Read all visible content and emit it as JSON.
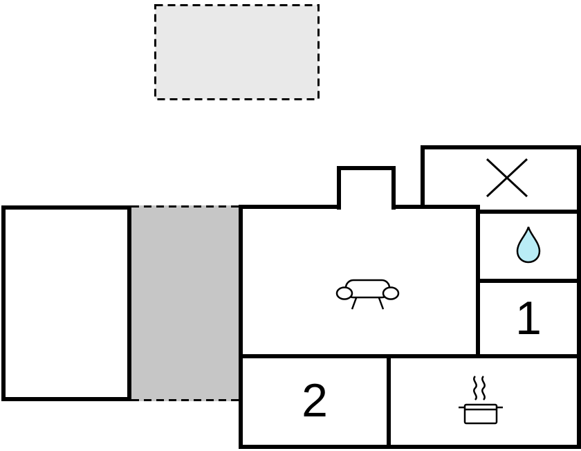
{
  "plan_title": "floor-plan",
  "rooms": {
    "bedroom1": {
      "label": "1"
    },
    "bedroom2": {
      "label": "2"
    }
  },
  "icons": {
    "cross": "cross-icon: two crossed diagonal lines",
    "water_drop": "water-drop-icon: teardrop shape",
    "sofa": "sofa-icon: couch outline with armrests and legs",
    "stove": "stove-icon: cooking pot with steam squiggles"
  },
  "colors": {
    "walls": "#000000",
    "terrace_fill": "#e9e9e9",
    "entry_fill": "#c6c6c6",
    "water_drop_fill": "#b9ecf6",
    "room_fill": "#ffffff",
    "background": "#ffffff"
  }
}
